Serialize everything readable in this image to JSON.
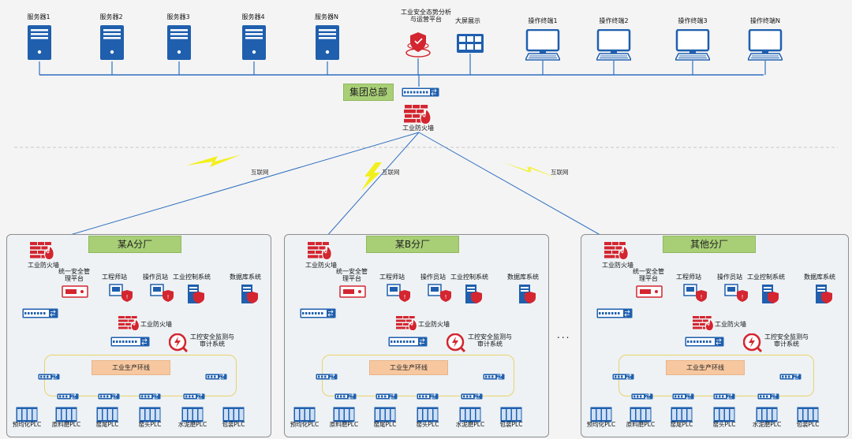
{
  "hq": {
    "servers": [
      "服务器1",
      "服务器2",
      "服务器3",
      "服务器4",
      "服务器N"
    ],
    "platform": "工业安全态势分析与运营平台",
    "big_screen": "大屏展示",
    "terminals": [
      "操作终端1",
      "操作终端2",
      "操作终端3",
      "操作终端N"
    ],
    "title": "集团总部",
    "firewall": "工业防火墙"
  },
  "internet_label": "互联网",
  "branches": [
    {
      "title": "某A分厂",
      "firewall": "工业防火墙",
      "devices": [
        "统一安全管理平台",
        "工程师站",
        "操作员站",
        "工业控制系统",
        "数据库系统"
      ],
      "inner_firewall": "工业防火墙",
      "audit": "工控安全监测与审计系统",
      "ring": "工业生产环线",
      "plcs": [
        "预均化PLC",
        "原料磨PLC",
        "窑尾PLC",
        "窑头PLC",
        "水泥磨PLC",
        "包装PLC"
      ]
    },
    {
      "title": "某B分厂",
      "firewall": "工业防火墙",
      "devices": [
        "统一安全管理平台",
        "工程师站",
        "操作员站",
        "工业控制系统",
        "数据库系统"
      ],
      "inner_firewall": "工业防火墙",
      "audit": "工控安全监测与审计系统",
      "ring": "工业生产环线",
      "plcs": [
        "预均化PLC",
        "原料磨PLC",
        "窑尾PLC",
        "窑头PLC",
        "水泥磨PLC",
        "包装PLC"
      ]
    },
    {
      "title": "其他分厂",
      "firewall": "工业防火墙",
      "devices": [
        "统一安全管理平台",
        "工程师站",
        "操作员站",
        "工业控制系统",
        "数据库系统"
      ],
      "inner_firewall": "工业防火墙",
      "audit": "工控安全监测与审计系统",
      "ring": "工业生产环线",
      "plcs": [
        "预均化PLC",
        "原料磨PLC",
        "窑尾PLC",
        "窑头PLC",
        "水泥磨PLC",
        "包装PLC"
      ]
    }
  ],
  "ellipsis": "...",
  "colors": {
    "server_blue": "#1f5fae",
    "wire_blue": "#2e6fc0",
    "firewall_red": "#d32630",
    "banner_green": "#a8cf76",
    "ring_orange": "#f7c8a0",
    "lightning": "#f2f01c"
  }
}
